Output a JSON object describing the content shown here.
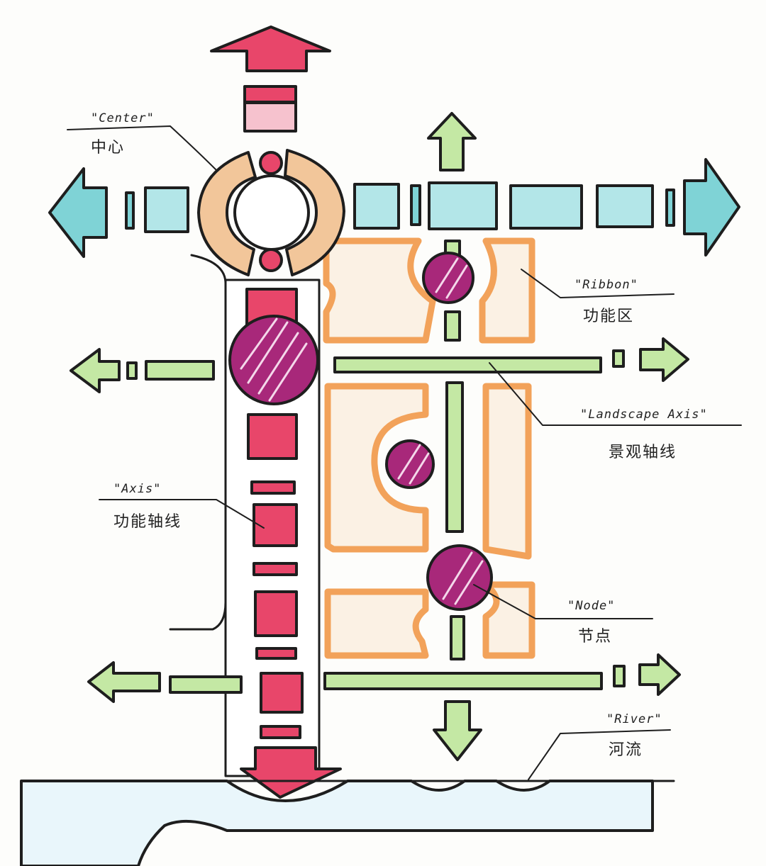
{
  "diagram": {
    "palette": {
      "axis_red": "#e8466a",
      "landscape_green": "#c4e8a4",
      "cross_axis_cyan": "#7fd3d6",
      "center_orange": "#f2c69a",
      "block_orange": "#f2a25a",
      "node_magenta": "#a8287a",
      "river_blue": "#e9f6fb",
      "ink": "#1e1e1e"
    },
    "labels": {
      "center": {
        "en": "\"Center\"",
        "zh": "中心"
      },
      "ribbon": {
        "en": "\"Ribbon\"",
        "zh": "功能区"
      },
      "landscape_axis": {
        "en": "\"Landscape Axis\"",
        "zh": "景观轴线"
      },
      "axis": {
        "en": "\"Axis\"",
        "zh": "功能轴线"
      },
      "node": {
        "en": "\"Node\"",
        "zh": "节点"
      },
      "river": {
        "en": "\"River\"",
        "zh": "河流"
      }
    }
  }
}
